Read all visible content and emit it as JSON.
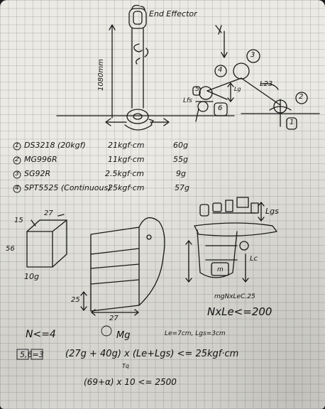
{
  "labels": {
    "end_effector": "End Effector",
    "height": "1080mm",
    "link_top": "L",
    "lg": "Lg",
    "l23": "L23",
    "lfs": "Lfs",
    "num1": "1",
    "num2": "2",
    "num3": "3",
    "num4": "4",
    "num5": "5",
    "num6": "6"
  },
  "servo_table": {
    "rows": [
      {
        "num": "1",
        "model": "DS3218 (20kgf)",
        "torque": "21kgf·cm",
        "weight": "60g"
      },
      {
        "num": "2",
        "model": "MG996R",
        "torque": "11kgf·cm",
        "weight": "55g"
      },
      {
        "num": "3",
        "model": "SG92R",
        "torque": "2.5kgf·cm",
        "weight": "9g"
      },
      {
        "num": "4",
        "model": "SPT5525 (Continuous)",
        "torque": "25kgf·cm",
        "weight": "57g"
      }
    ]
  },
  "sketch": {
    "dim_15": "15",
    "dim_27": "27",
    "dim_56": "56",
    "weight_box": "10g",
    "dim_25": "25",
    "dim_27b": "27",
    "l_gs": "Lgs",
    "l_c": "Lc",
    "m": "m",
    "ineq1": "mgNxLeC.25",
    "ineq2": "NxLe<=200"
  },
  "equations": {
    "n_limit": "N<=4",
    "moment": "Mg",
    "lengths": "Le=7cm, Lgs=3cm",
    "servo_ref": "5,6=3",
    "main": "(27g + 40g) x (Le+Lgs) <= 25kgf·cm",
    "main_sub": "Tq",
    "bottom": "(69+α) x 10 <= 2500"
  }
}
